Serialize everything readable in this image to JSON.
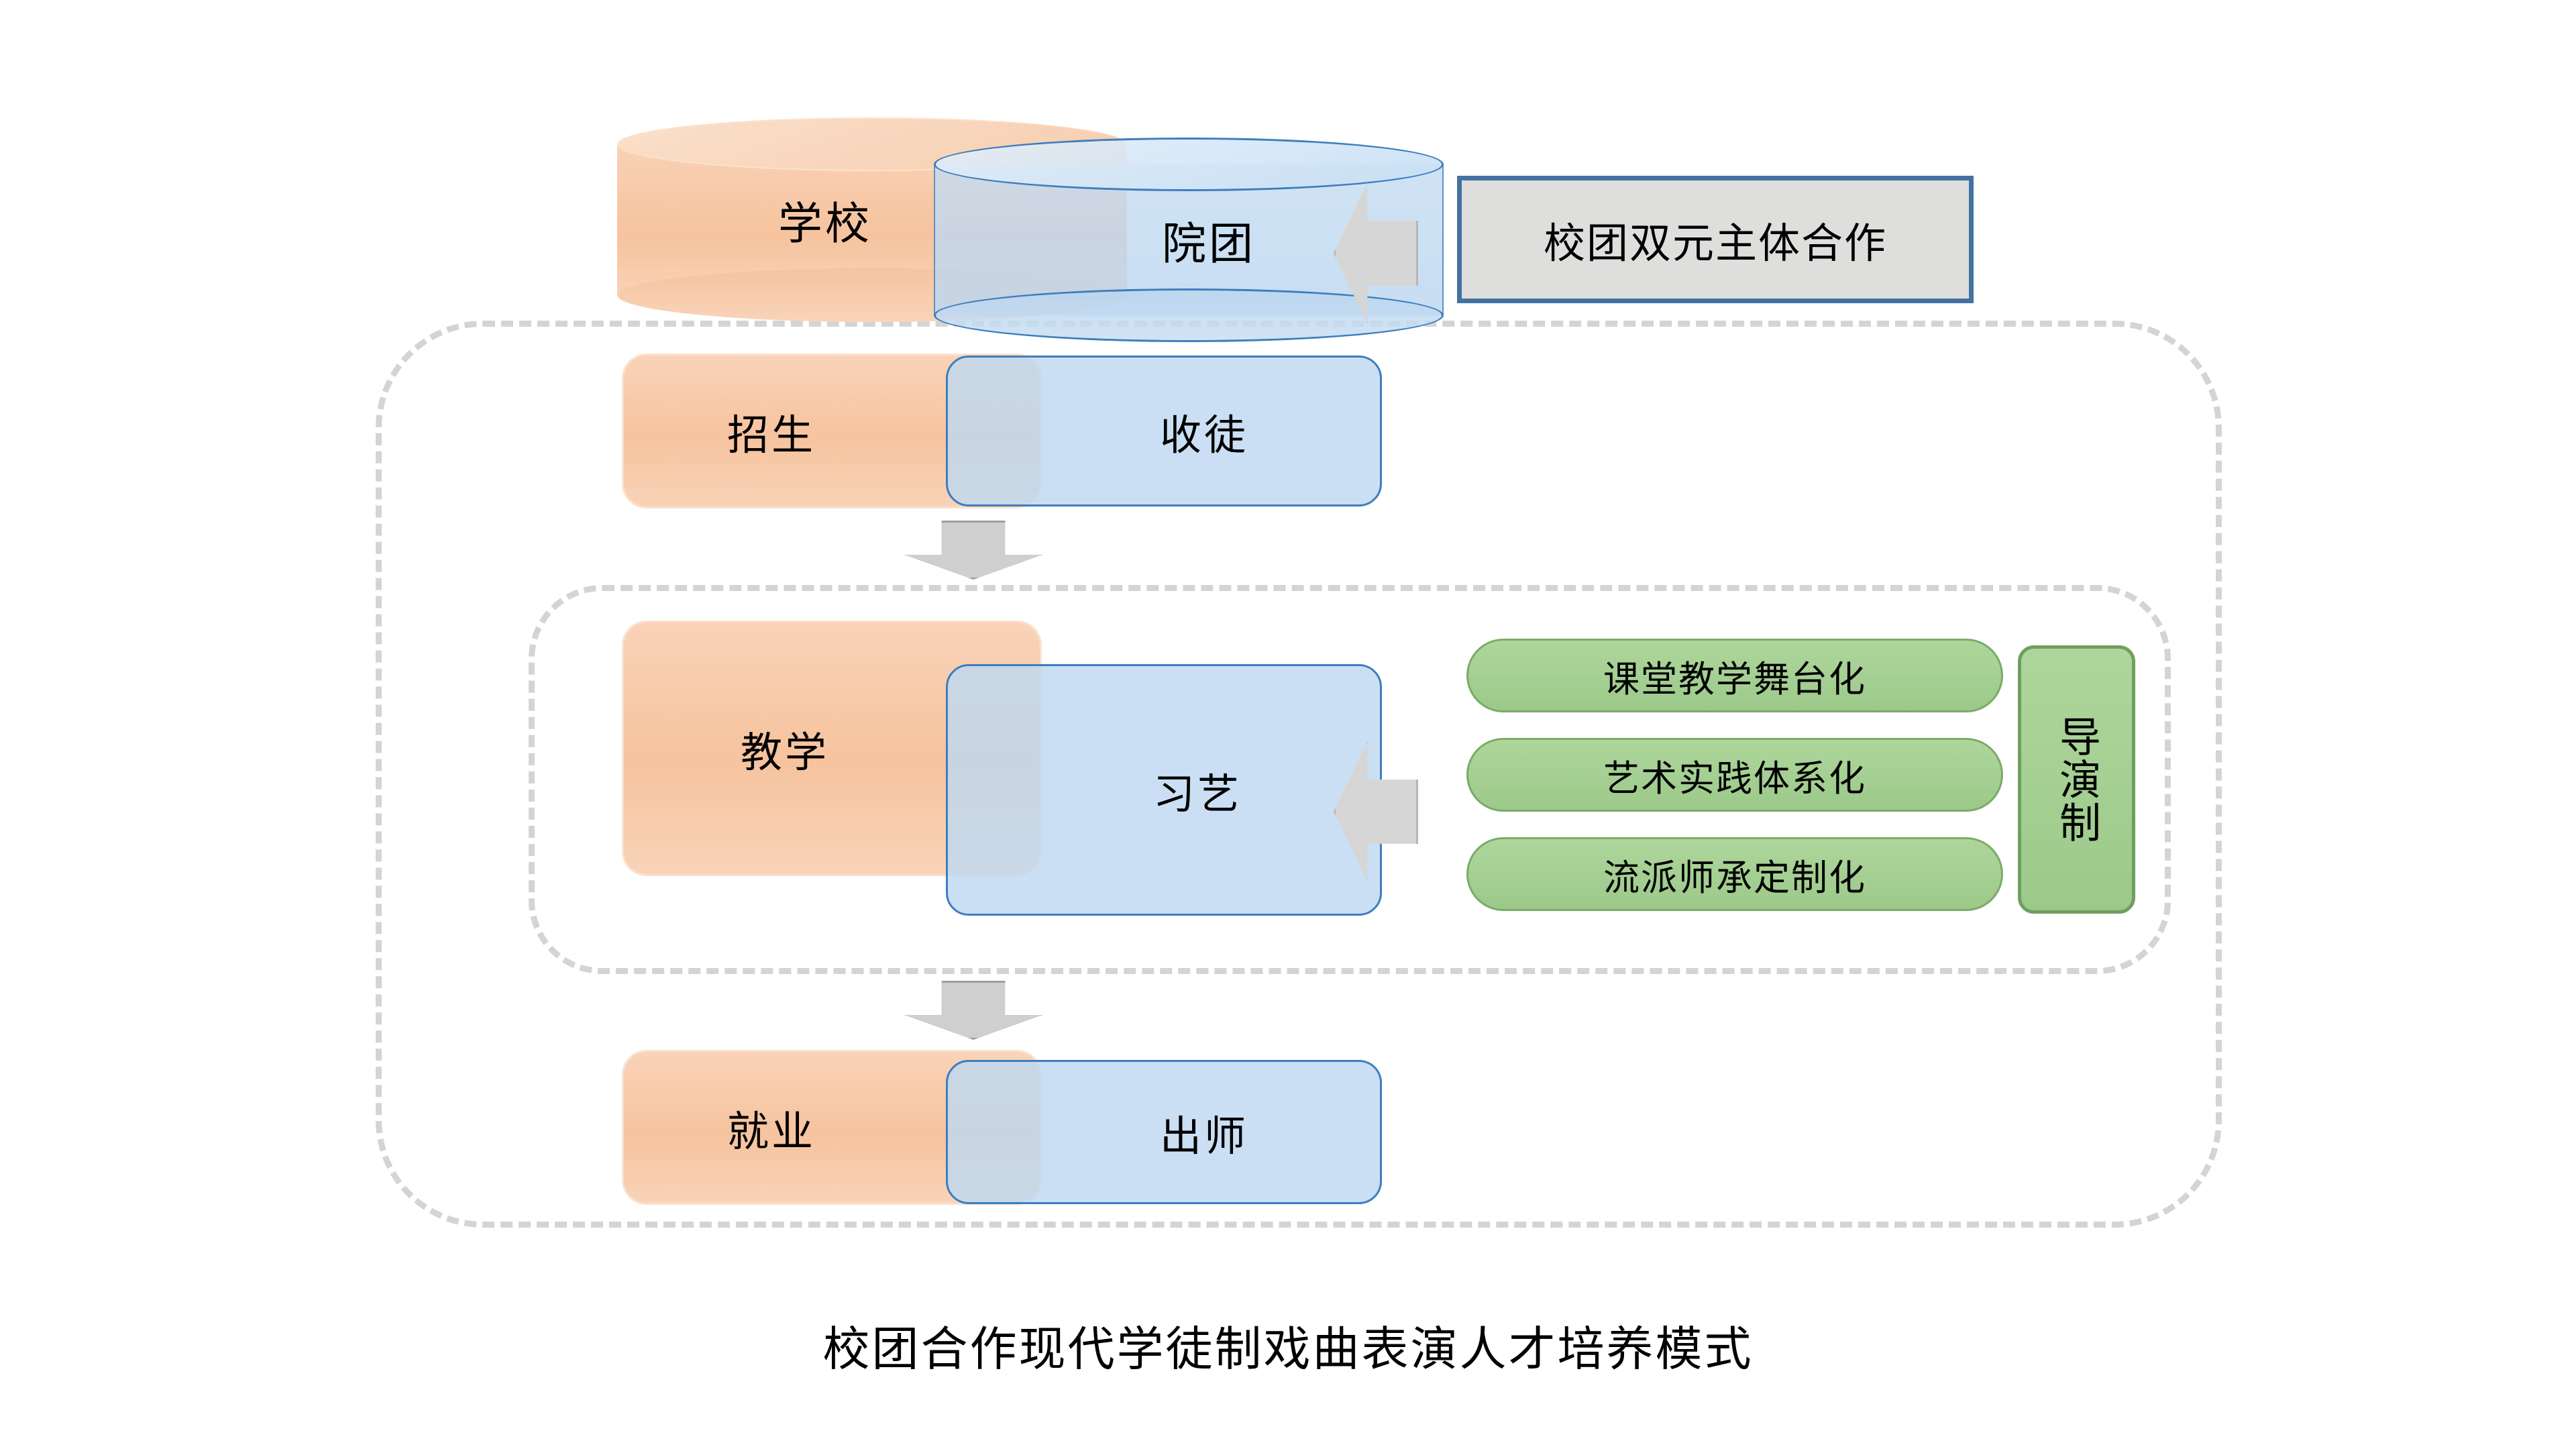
{
  "diagram": {
    "caption": "校团合作现代学徒制戏曲表演人才培养模式",
    "colors": {
      "school_peach": "#F6C39E",
      "troupe_blue": "#BED8F0",
      "overlap_gray_blue": "#C7D4E0",
      "green_pill": "#9CC98A",
      "green_border": "#7AAB67",
      "callout_fill": "#DEDEDD",
      "callout_border": "#4472A0",
      "arrow_gray": "#D6D6D6",
      "dashed_frame": "#D4D4D4"
    },
    "rows": [
      {
        "id": "row-partners",
        "shape": "cylinder",
        "left_label": "学校",
        "right_label": "院团"
      },
      {
        "id": "row-recruit",
        "shape": "rounded-rect",
        "left_label": "招生",
        "right_label": "收徒"
      },
      {
        "id": "row-training",
        "shape": "rounded-rect",
        "left_label": "教学",
        "right_label": "习艺"
      },
      {
        "id": "row-employment",
        "shape": "rounded-rect",
        "left_label": "就业",
        "right_label": "出师"
      }
    ],
    "callouts": [
      {
        "id": "coop-callout",
        "label": "校团双元主体合作",
        "target": "院团"
      }
    ],
    "pills": [
      "课堂教学舞台化",
      "艺术实践体系化",
      "流派师承定制化"
    ],
    "director_system": "导演制",
    "arrows": [
      {
        "id": "arrow-coop",
        "direction": "left"
      },
      {
        "id": "arrow-teach",
        "direction": "left"
      },
      {
        "id": "arrow-recruit-to-training",
        "direction": "down"
      },
      {
        "id": "arrow-training-to-employment",
        "direction": "down"
      }
    ],
    "frames": [
      {
        "id": "frame-outer",
        "style": "dashed-rounded"
      },
      {
        "id": "frame-inner",
        "style": "dashed-rounded"
      }
    ]
  }
}
